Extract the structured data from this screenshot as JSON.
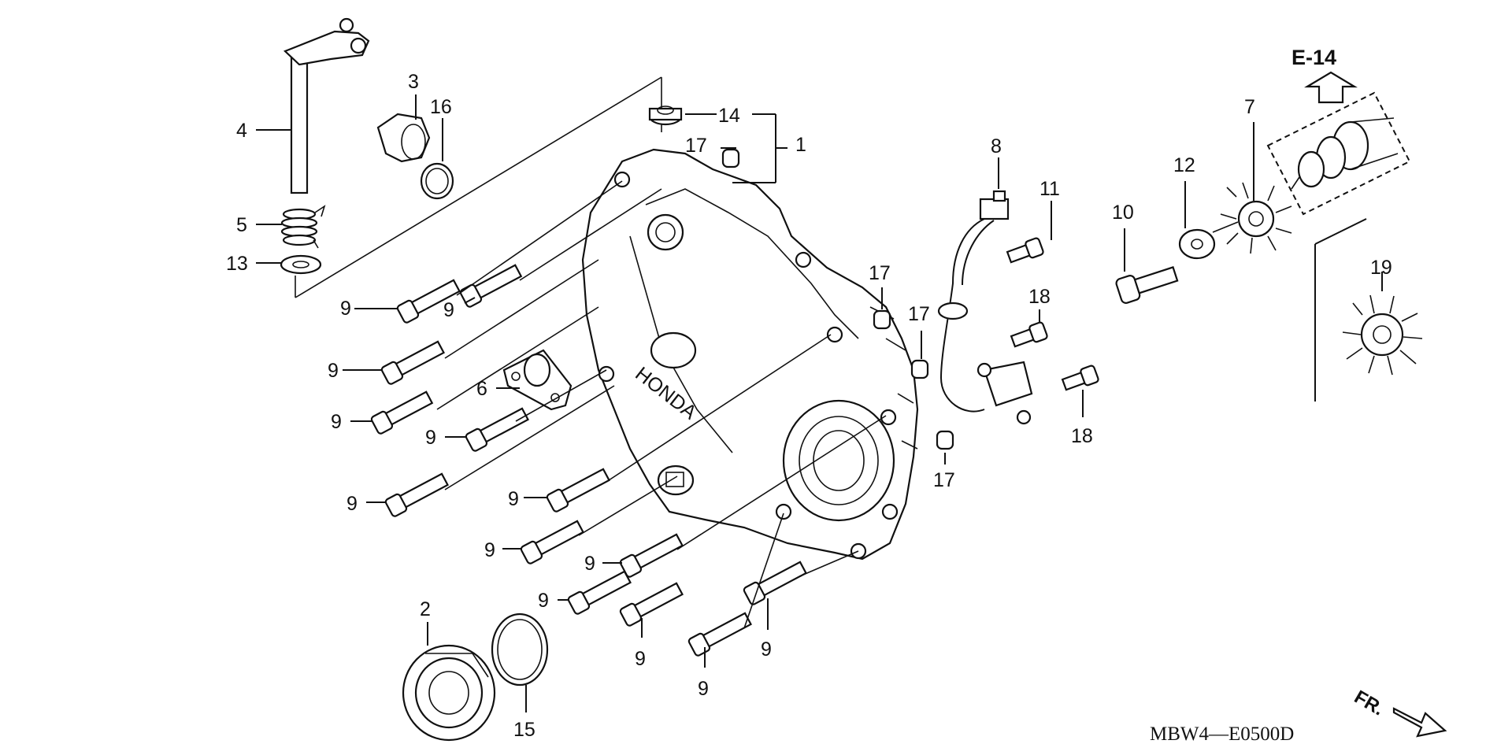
{
  "diagram": {
    "reference": "E-14",
    "code": "MBW4—E0500D",
    "direction": "FR.",
    "brand_mark": "HONDA",
    "callouts": [
      "1",
      "2",
      "3",
      "4",
      "5",
      "6",
      "7",
      "8",
      "9",
      "10",
      "11",
      "12",
      "13",
      "14",
      "15",
      "16",
      "17",
      "18",
      "19"
    ]
  }
}
